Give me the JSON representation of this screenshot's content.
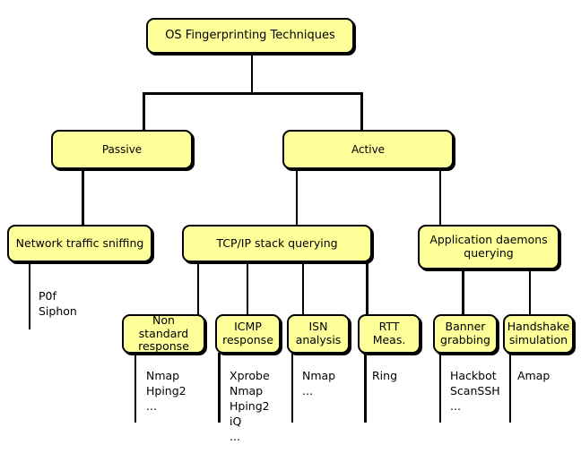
{
  "diagram": {
    "title": "OS Fingerprinting Techniques",
    "type": "tree",
    "colors": {
      "node_fill": "#ffff99",
      "node_border": "#000000",
      "edge": "#000000",
      "background": "#ffffff",
      "text": "#000000"
    },
    "nodes": {
      "root": "OS Fingerprinting Techniques",
      "passive": "Passive",
      "active": "Active",
      "network_traffic_sniffing": "Network traffic sniffing",
      "tcpip_stack_querying": "TCP/IP stack querying",
      "application_daemons_querying": "Application daemons\nquerying",
      "non_standard_response": "Non standard\nresponse",
      "icmp_response": "ICMP\nresponse",
      "isn_analysis": "ISN\nanalysis",
      "rtt_meas": "RTT\nMeas.",
      "banner_grabbing": "Banner\ngrabbing",
      "handshake_simulation": "Handshake\nsimulation"
    },
    "leaf_lists": {
      "sniffing_tools": "P0f\nSiphon",
      "non_standard_tools": "Nmap\nHping2\n...",
      "icmp_tools": "Xprobe\nNmap\nHping2\niQ\n...",
      "isn_tools": "Nmap\n...",
      "rtt_tools": "Ring",
      "banner_tools": "Hackbot\nScanSSH\n...",
      "handshake_tools": "Amap"
    }
  }
}
